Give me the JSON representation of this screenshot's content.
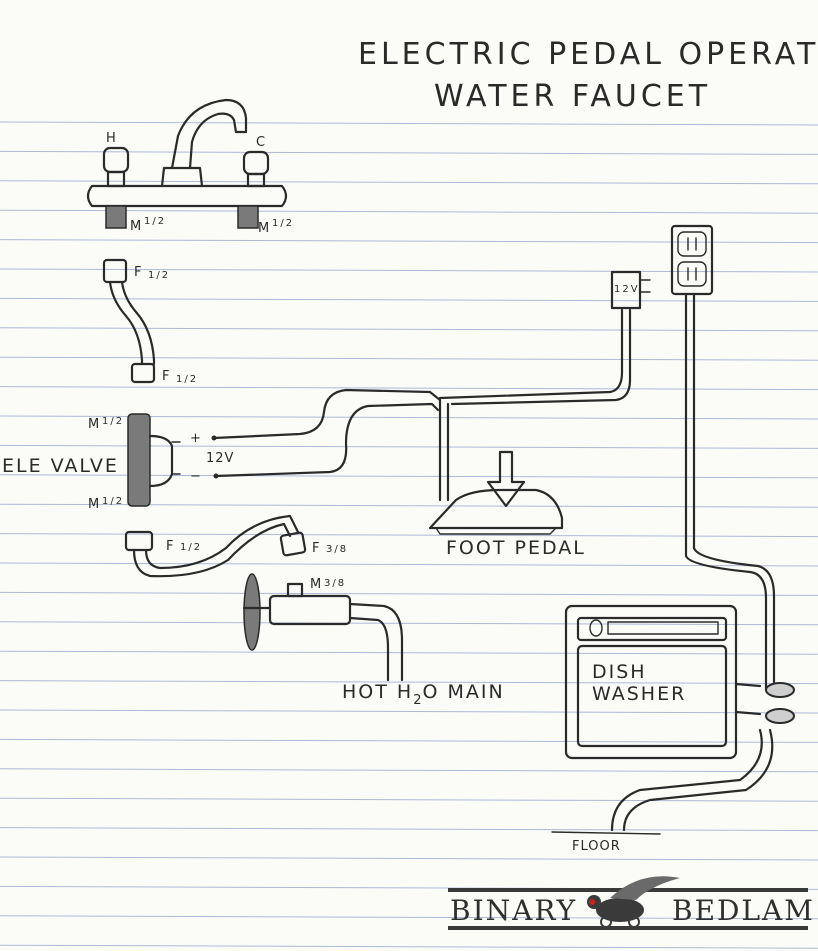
{
  "title": {
    "line1": "ELECTRIC PEDAL OPERATED",
    "line2": "WATER FAUCET"
  },
  "faucet": {
    "hot": "H",
    "cold": "C",
    "left_fitting": "M",
    "right_fitting": "M",
    "half": "1/2"
  },
  "supply_hose": {
    "top": "F",
    "bottom": "F",
    "half": "1/2"
  },
  "valve": {
    "label": "ELE VALVE",
    "top_fitting": "M",
    "bottom_fitting": "M",
    "half": "1/2",
    "plus": "+",
    "minus": "−",
    "voltage": "12V"
  },
  "lower_hose": {
    "left": "F",
    "left_size": "1/2",
    "right": "F",
    "right_size": "3/8"
  },
  "shutoff": {
    "fitting": "M",
    "size": "3/8"
  },
  "main": {
    "prefix": "HOT H",
    "sub": "2",
    "suffix": "O MAIN"
  },
  "pedal": {
    "label": "FOOT PEDAL"
  },
  "transformer": {
    "label": "12V"
  },
  "dishwasher": {
    "line1": "DISH",
    "line2": "WASHER"
  },
  "floor": {
    "label": "FLOOR"
  },
  "logo": {
    "left": "BINARY",
    "right": "BEDLAM"
  }
}
